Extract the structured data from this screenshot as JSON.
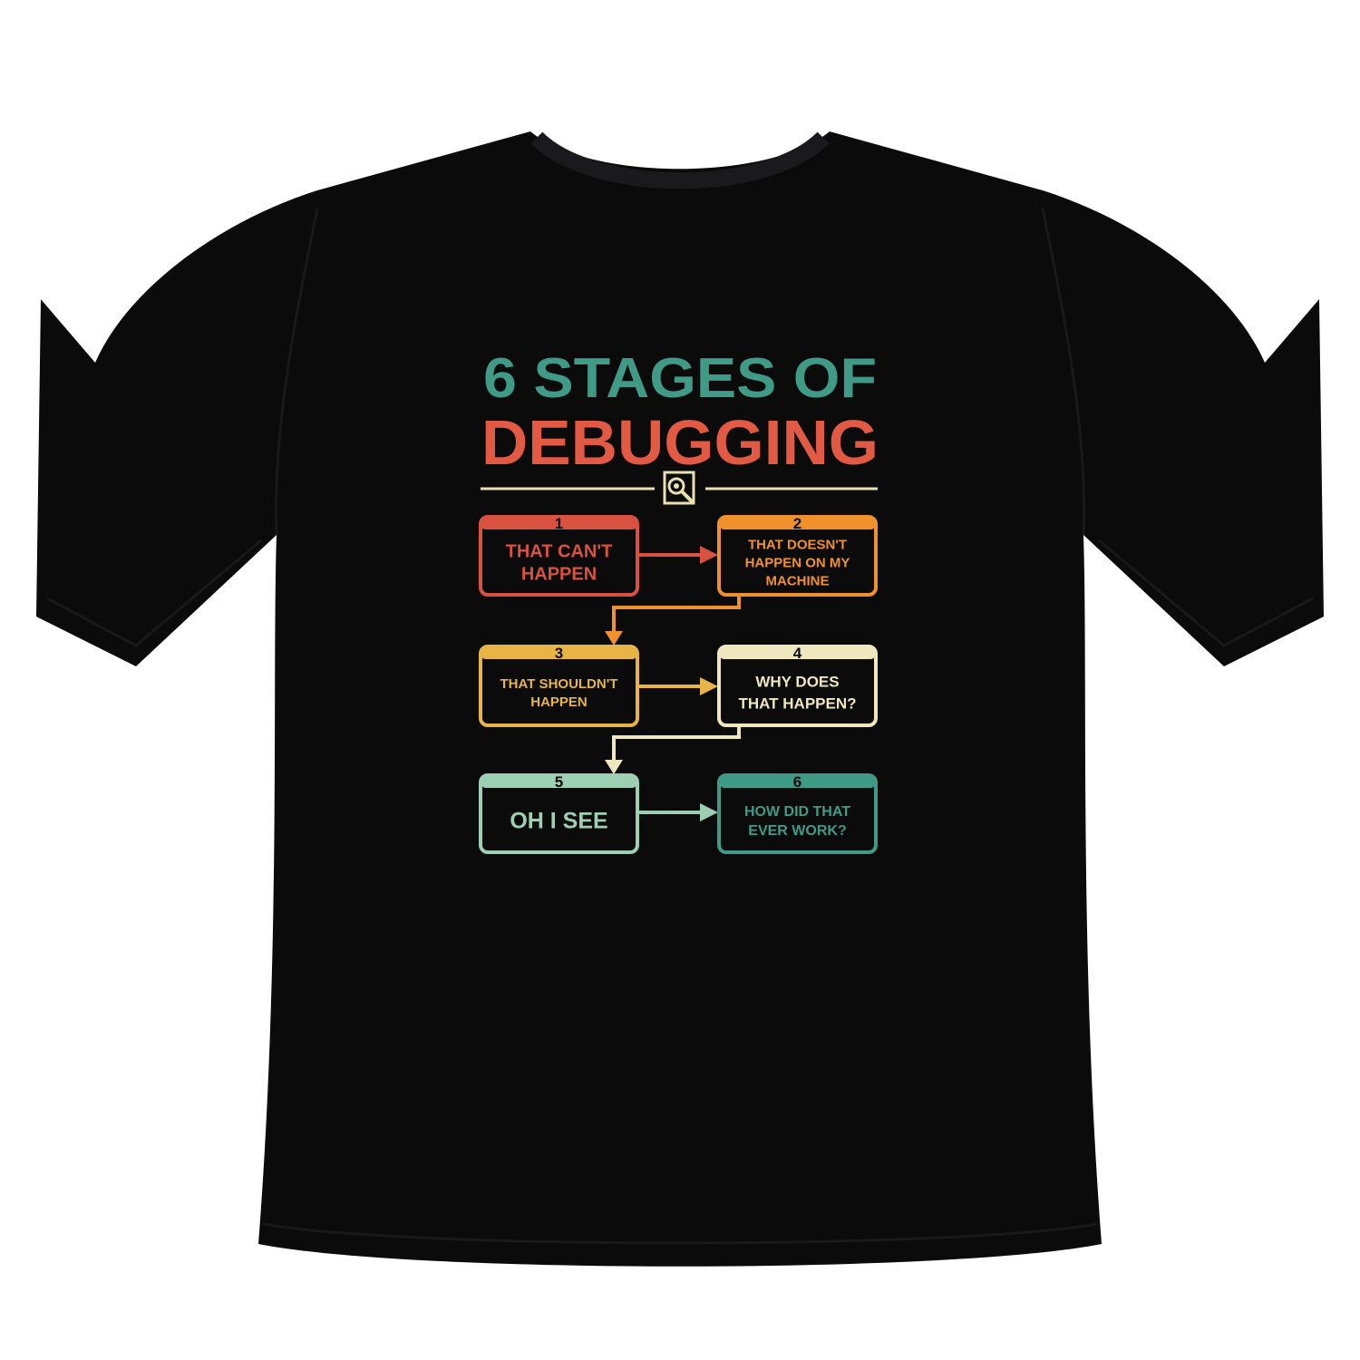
{
  "design": {
    "title_line1": "6 STAGES OF",
    "title_line2": "DEBUGGING",
    "divider_icon": "bug-magnifier-icon",
    "stages": [
      {
        "number": "1",
        "lines": [
          "THAT CAN'T",
          "HAPPEN"
        ]
      },
      {
        "number": "2",
        "lines": [
          "THAT DOESN'T",
          "HAPPEN ON MY",
          "MACHINE"
        ]
      },
      {
        "number": "3",
        "lines": [
          "THAT SHOULDN'T",
          "HAPPEN"
        ]
      },
      {
        "number": "4",
        "lines": [
          "WHY DOES",
          "THAT HAPPEN?"
        ]
      },
      {
        "number": "5",
        "lines": [
          "OH I SEE"
        ]
      },
      {
        "number": "6",
        "lines": [
          "HOW DID THAT",
          "EVER WORK?"
        ]
      }
    ]
  },
  "colors": {
    "background": "#ffffff",
    "shirt": "#0b0b0c",
    "title_line1": "#3f9a86",
    "title_line2": "#e35a44",
    "divider": "#e8e0b0",
    "stage1": "#d9513f",
    "stage2": "#f0922b",
    "stage3": "#e6b545",
    "stage4": "#efe8bf",
    "stage5": "#9ccfb3",
    "stage6": "#3f9a86"
  }
}
